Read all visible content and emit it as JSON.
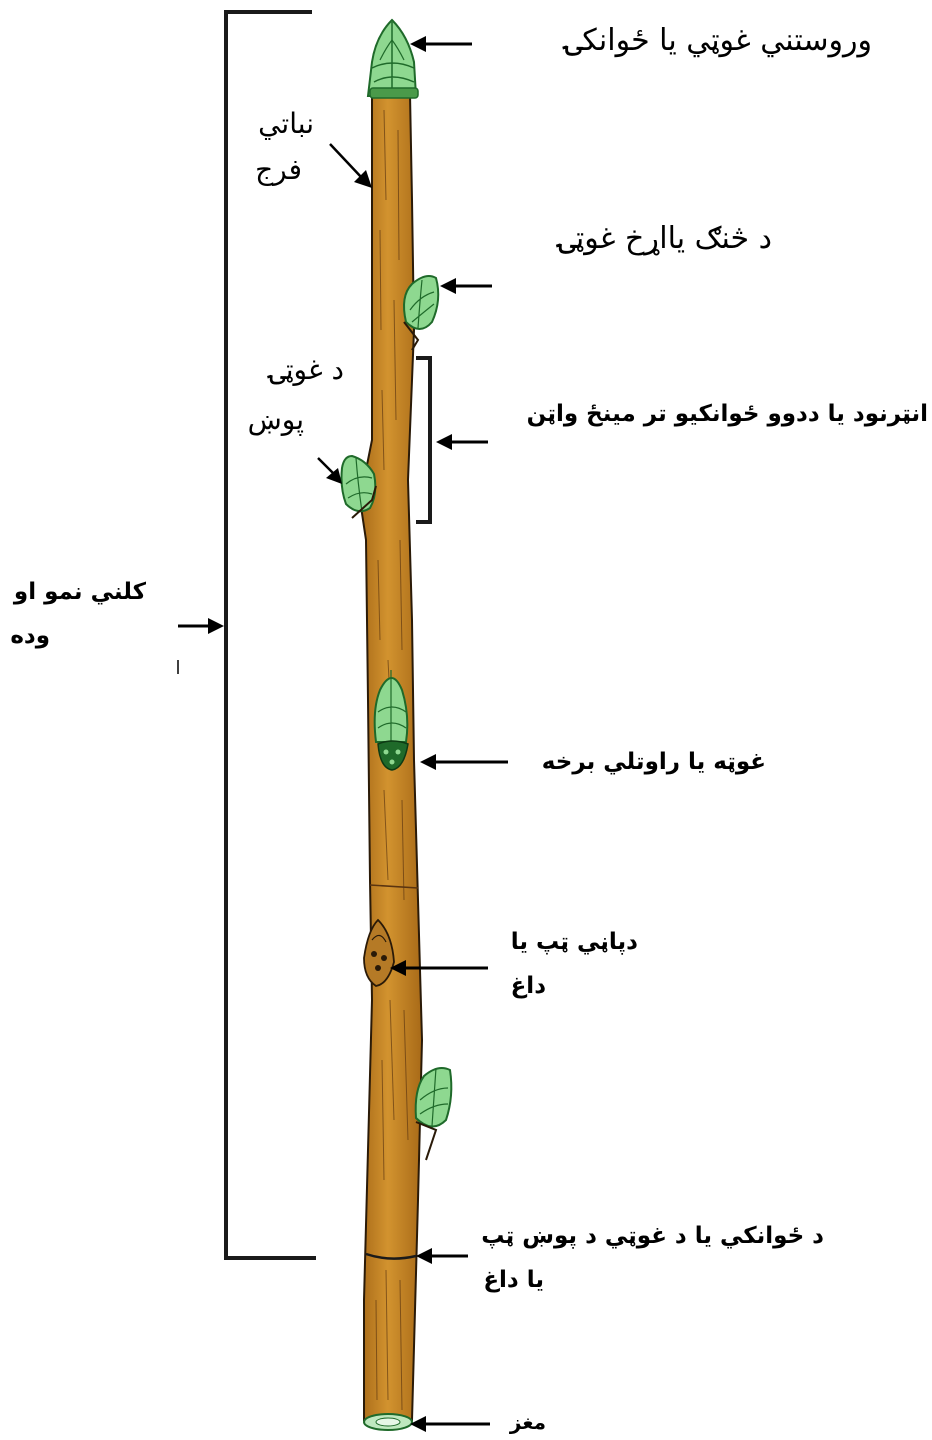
{
  "labels": {
    "terminal_bud": "وروستني غوټي يا ځوانکۍ",
    "vegetative_part_line1": "نباتي",
    "vegetative_part_line2": "فرج",
    "lateral_bud": "د څنګ يااړخ غوټۍ",
    "bud_scale_line1": "د غوټۍ",
    "bud_scale_line2": "پوښ",
    "internode": "انټرنود يا ددوو ځوانکيو تر مينځ واټن",
    "annual_growth_line1": "کلني نمو او",
    "annual_growth_line2": "وده",
    "bud_or_node": "غوټه يا راوتلي برخه",
    "leaf_scar_line1": "دپاڼي ټپ يا",
    "leaf_scar_line2": "داغ",
    "bud_scale_scar_line1": "د ځوانکي يا د غوټي د پوښ ټپ",
    "bud_scale_scar_line2": "يا داغ",
    "pith": "مغز"
  },
  "colors": {
    "stem_fill": "#c8882a",
    "stem_outline": "#2a1a08",
    "bud_fill": "#8ed890",
    "bud_dark": "#1f6a2a",
    "pith_fill": "#bfe8bf"
  }
}
